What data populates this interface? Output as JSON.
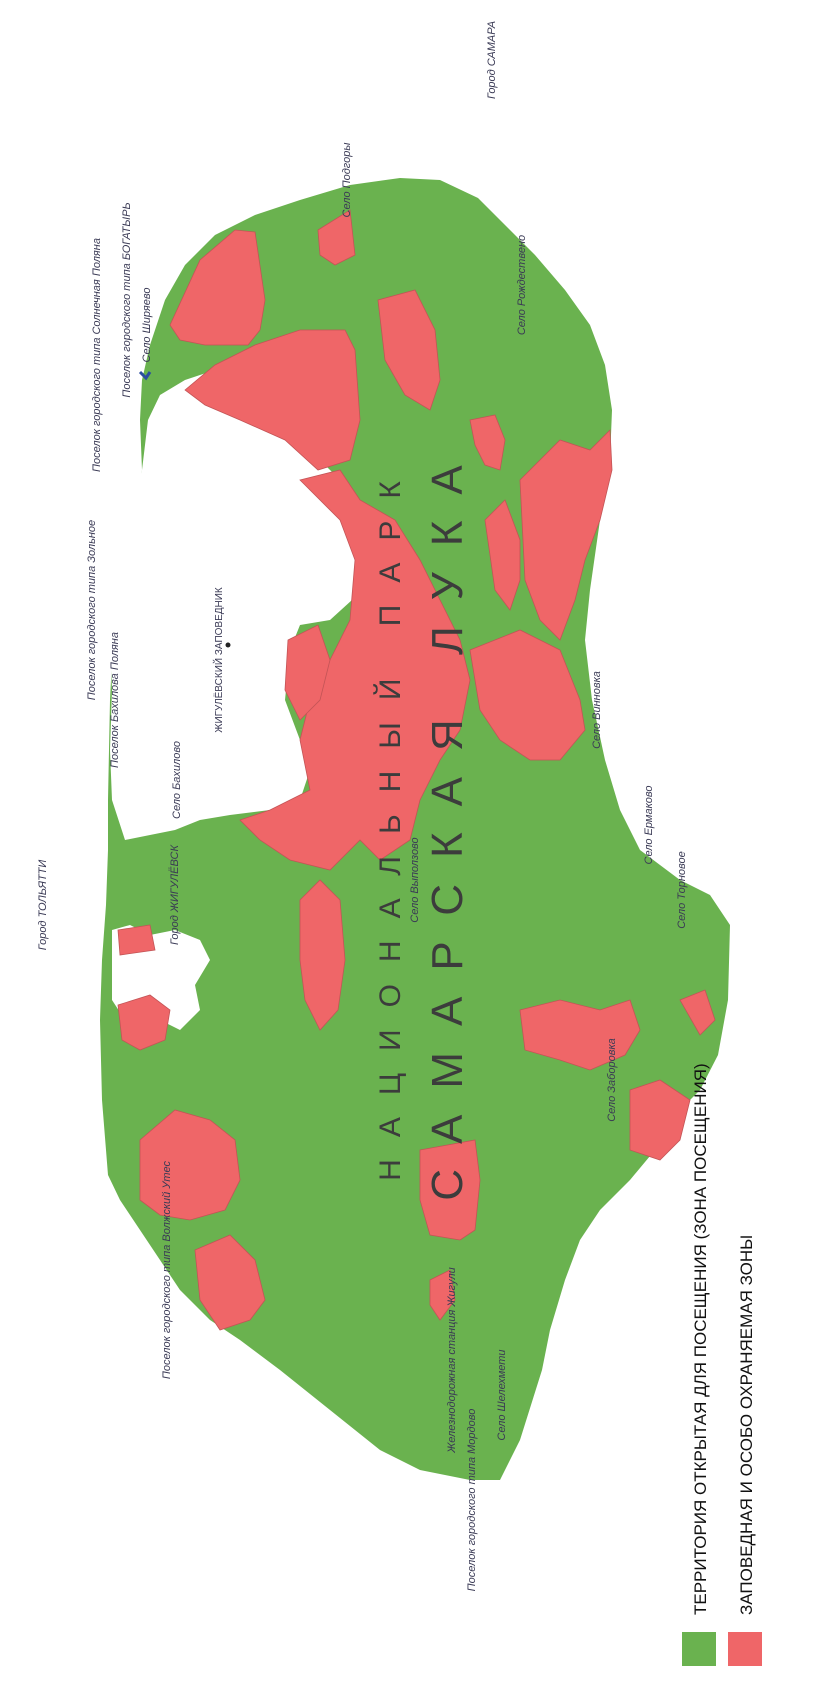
{
  "map": {
    "park_name_line1": "НАЦИОНАЛЬНЫЙ ПАРК",
    "park_name_line2": "САМАРСКАЯ ЛУКА",
    "reserve_label": "ЖИГУЛЁВСКИЙ ЗАПОВЕДНИК",
    "city_labels": {
      "togliatti": "Город ТОЛЬЯТТИ",
      "samara": "Город САМАРА",
      "zhigulevsk": "Город ЖИГУЛЁВСК"
    },
    "settlement_labels": [
      "Поселок городского типа БОГАТЫРЬ",
      "Поселок городского типа Солнечная Поляна",
      "Поселок городского типа Зольное",
      "Поселок Бахилова Поляна",
      "Село Бахилово",
      "Село Ширяево",
      "Поселок городского типа Волжский Утес",
      "Железнодорожная станция Жигули",
      "Поселок городского типа Мордово",
      "Село Рождествено",
      "Село Выползово",
      "Село Подгоры",
      "Село Винновка",
      "Село Ермаково",
      "Село Торновое",
      "Село Заборовка",
      "Село Шелехмети"
    ],
    "colors": {
      "open_zone": "#6ab24f",
      "protected_zone": "#ef6668",
      "reserve_area": "#ffffff",
      "river": "#2b4da0",
      "outline": "#b84a4d"
    }
  },
  "legend": {
    "items": [
      {
        "label": "ТЕРРИТОРИЯ ОТКРЫТАЯ ДЛЯ ПОСЕЩЕНИЯ (ЗОНА ПОСЕЩЕНИЯ)",
        "color": "#6ab24f"
      },
      {
        "label": "ЗАПОВЕДНАЯ И ОСОБО ОХРАНЯЕМАЯ ЗОНЫ",
        "color": "#ef6668"
      }
    ]
  }
}
